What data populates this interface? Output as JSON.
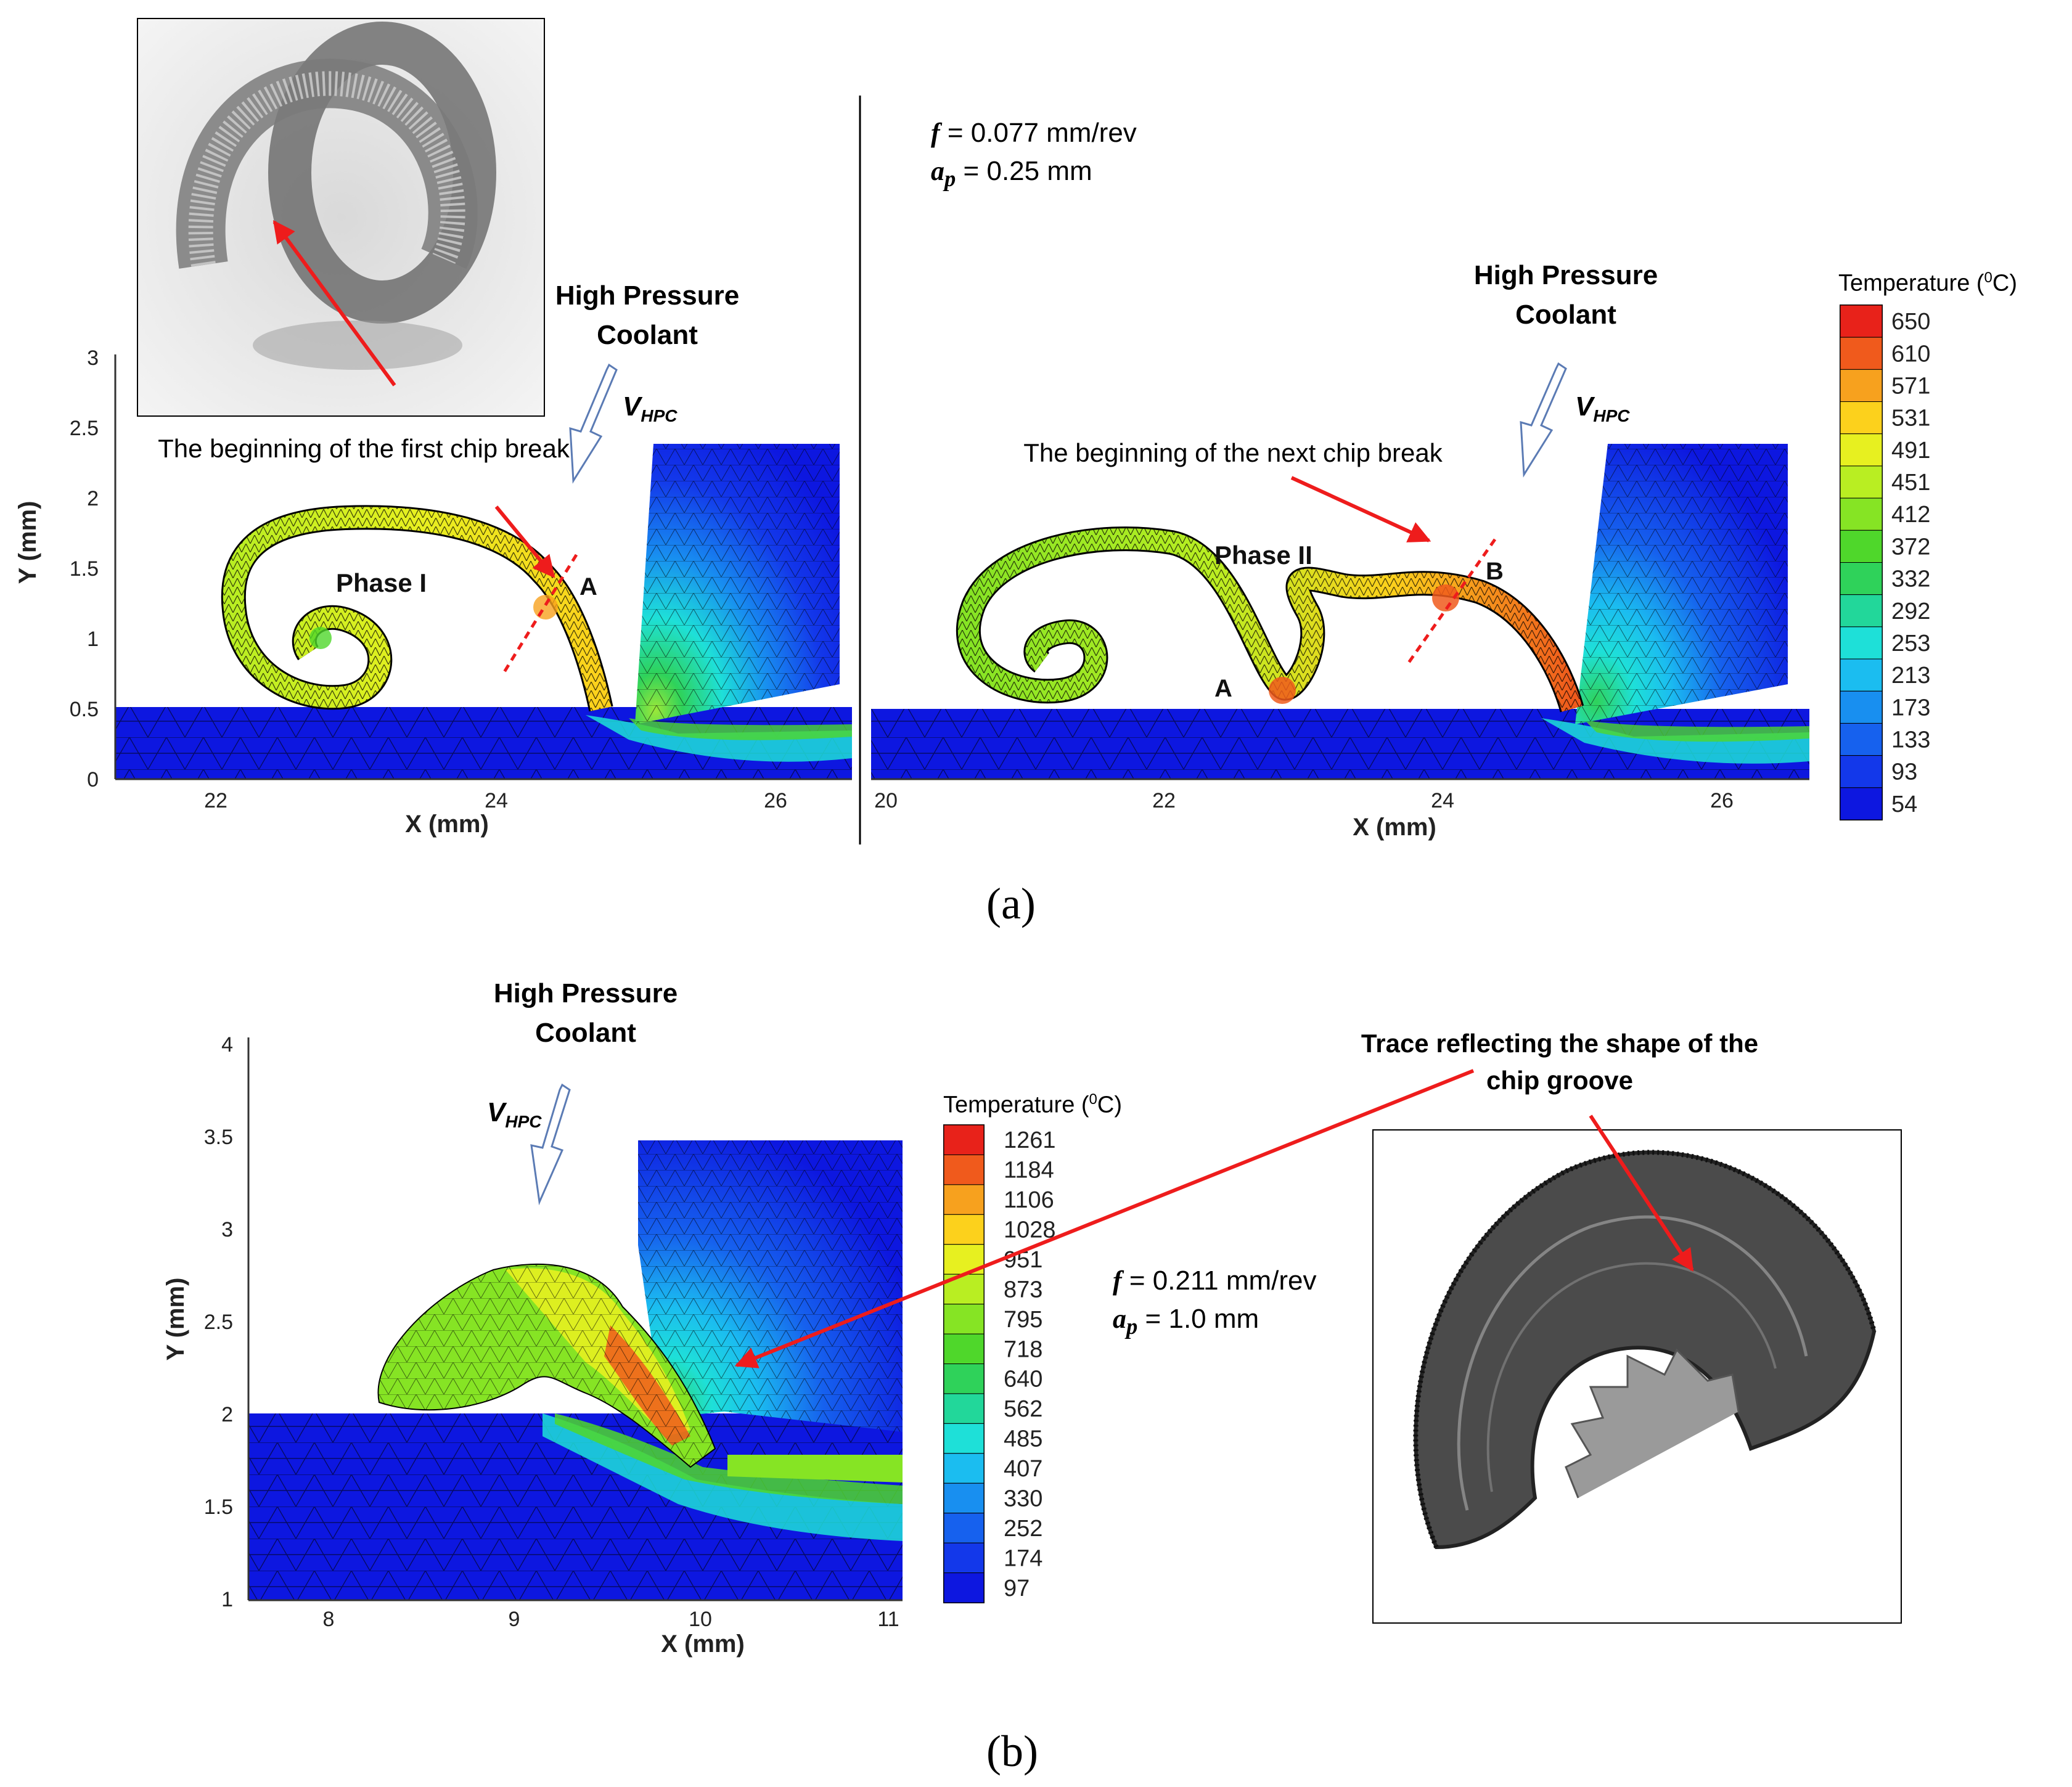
{
  "panel_a": {
    "caption": "(a)",
    "params": {
      "feed": "f = 0.077 mm/rev",
      "depth": "a",
      "depth_sub": "p",
      "depth_value": " = 0.25 mm",
      "feed_sym": "f",
      "feed_value": " = 0.077 mm/rev"
    },
    "left_plot": {
      "coolant_line1": "High Pressure",
      "coolant_line2": "Coolant",
      "vhpc": "V",
      "vhpc_sub": "HPC",
      "annotation": "The beginning of the first  chip break",
      "phase": "Phase I",
      "marker": "A",
      "ylabel": "Y (mm)",
      "xlabel": "X (mm)",
      "yticks": [
        "0",
        "0.5",
        "1",
        "1.5",
        "2",
        "2.5",
        "3"
      ],
      "xticks": [
        "22",
        "24",
        "26"
      ]
    },
    "right_plot": {
      "coolant_line1": "High Pressure",
      "coolant_line2": "Coolant",
      "vhpc": "V",
      "vhpc_sub": "HPC",
      "annotation": "The beginning of the next chip break",
      "phase": "Phase II",
      "marker_a": "A",
      "marker_b": "B",
      "xlabel": "X (mm)",
      "xticks": [
        "20",
        "22",
        "24",
        "26"
      ]
    },
    "colorbar": {
      "title": "Temperature (",
      "title_sup": "0",
      "title_end": "C)",
      "levels": [
        "650",
        "610",
        "571",
        "531",
        "491",
        "451",
        "412",
        "372",
        "332",
        "292",
        "253",
        "213",
        "173",
        "133",
        "93",
        "54"
      ],
      "colors": [
        "#e8221a",
        "#f05a1c",
        "#f7a11e",
        "#fcd11c",
        "#e7f020",
        "#b9ee22",
        "#86e424",
        "#4fd72b",
        "#2fd25a",
        "#22d79a",
        "#1ee0d8",
        "#1bbdf0",
        "#188ff0",
        "#1661ee",
        "#1338ea",
        "#0d17e0"
      ]
    }
  },
  "panel_b": {
    "caption": "(b)",
    "params": {
      "feed_sym": "f",
      "feed_value": " = 0.211 mm/rev",
      "depth": "a",
      "depth_sub": "p",
      "depth_value": " = 1.0 mm"
    },
    "plot": {
      "coolant_line1": "High Pressure",
      "coolant_line2": "Coolant",
      "vhpc": "V",
      "vhpc_sub": "HPC",
      "ylabel": "Y (mm)",
      "xlabel": "X (mm)",
      "yticks": [
        "1",
        "1.5",
        "2",
        "2.5",
        "3",
        "3.5",
        "4"
      ],
      "xticks": [
        "8",
        "9",
        "10",
        "11"
      ]
    },
    "annotation": "Trace reflecting the shape of the chip groove",
    "colorbar": {
      "title": "Temperature (",
      "title_sup": "0",
      "title_end": "C)",
      "levels": [
        "1261",
        "1184",
        "1106",
        "1028",
        "951",
        "873",
        "795",
        "718",
        "640",
        "562",
        "485",
        "407",
        "330",
        "252",
        "174",
        "97"
      ],
      "colors": [
        "#e8221a",
        "#f05a1c",
        "#f7a11e",
        "#fcd11c",
        "#e7f020",
        "#b9ee22",
        "#86e424",
        "#4fd72b",
        "#2fd25a",
        "#22d79a",
        "#1ee0d8",
        "#1bbdf0",
        "#188ff0",
        "#1661ee",
        "#1338ea",
        "#0d17e0"
      ]
    }
  }
}
